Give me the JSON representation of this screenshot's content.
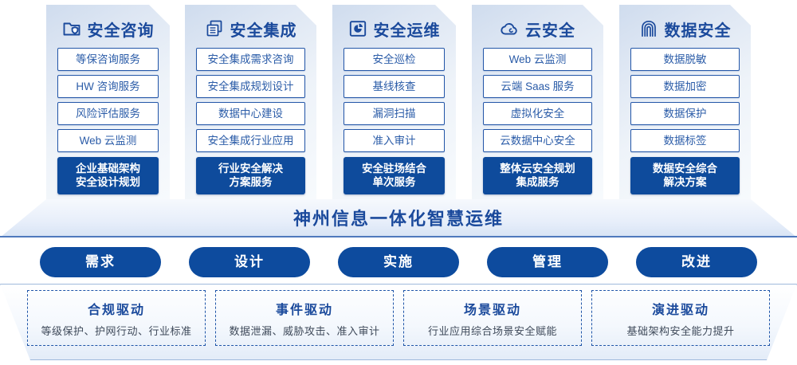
{
  "colors": {
    "primary_blue": "#0e4b9c",
    "title_blue": "#1b4a9c",
    "text_blue": "#2b5ca8",
    "border_blue": "#2356a8",
    "panel_light": "#eef3f9",
    "sub_text": "#3f4a5a"
  },
  "columns": [
    {
      "icon": "folder-shield-icon",
      "title": "安全咨询",
      "services": [
        "等保咨询服务",
        "HW 咨询服务",
        "风险评估服务",
        "Web 云监测"
      ],
      "highlight": [
        "企业基础架构",
        "安全设计规划"
      ]
    },
    {
      "icon": "stacked-documents-icon",
      "title": "安全集成",
      "services": [
        "安全集成需求咨询",
        "安全集成规划设计",
        "数据中心建设",
        "安全集成行业应用"
      ],
      "highlight": [
        "行业安全解决",
        "方案服务"
      ]
    },
    {
      "icon": "dashboard-chart-icon",
      "title": "安全运维",
      "services": [
        "安全巡检",
        "基线核查",
        "漏洞扫描",
        "准入审计"
      ],
      "highlight": [
        "安全驻场结合",
        "单次服务"
      ]
    },
    {
      "icon": "cloud-icon",
      "title": "云安全",
      "services": [
        "Web 云监测",
        "云端 Saas 服务",
        "虚拟化安全",
        "云数据中心安全"
      ],
      "highlight": [
        "整体云安全规划",
        "集成服务"
      ]
    },
    {
      "icon": "fingerprint-icon",
      "title": "数据安全",
      "services": [
        "数据脱敏",
        "数据加密",
        "数据保护",
        "数据标签"
      ],
      "highlight": [
        "数据安全综合",
        "解决方案"
      ]
    }
  ],
  "banner": {
    "label": "神州信息一体化智慧运维"
  },
  "stages": [
    {
      "label": "需求"
    },
    {
      "label": "设计"
    },
    {
      "label": "实施"
    },
    {
      "label": "管理"
    },
    {
      "label": "改进"
    }
  ],
  "drivers": [
    {
      "title": "合规驱动",
      "subtitle": "等级保护、护网行动、行业标准"
    },
    {
      "title": "事件驱动",
      "subtitle": "数据泄漏、威胁攻击、准入审计"
    },
    {
      "title": "场景驱动",
      "subtitle": "行业应用综合场景安全赋能"
    },
    {
      "title": "演进驱动",
      "subtitle": "基础架构安全能力提升"
    }
  ]
}
